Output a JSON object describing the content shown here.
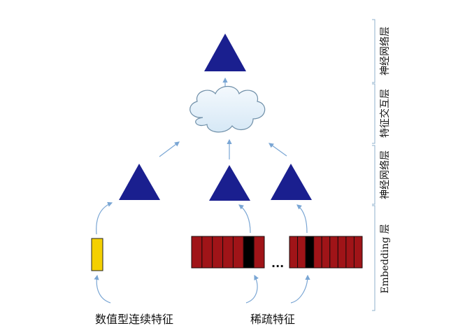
{
  "layers": {
    "top_dnn": "神经网络层",
    "interaction": "特征交互层",
    "dnn": "神经网络层",
    "embedding": "Embedding 层"
  },
  "inputs": {
    "dense": "数值型连续特征",
    "sparse": "稀疏特征"
  },
  "ellipsis": "...",
  "colors": {
    "triangle": "#1a1f8f",
    "cloud": "#eaf4fb",
    "dense_block": "#f4d000",
    "sparse_block": "#a01418",
    "active_cell": "#000000",
    "arrow": "#7aa6d4"
  },
  "sparse_fields": [
    {
      "cells": 7,
      "active_index": 5
    },
    {
      "cells": 9,
      "active_index": 2
    }
  ]
}
